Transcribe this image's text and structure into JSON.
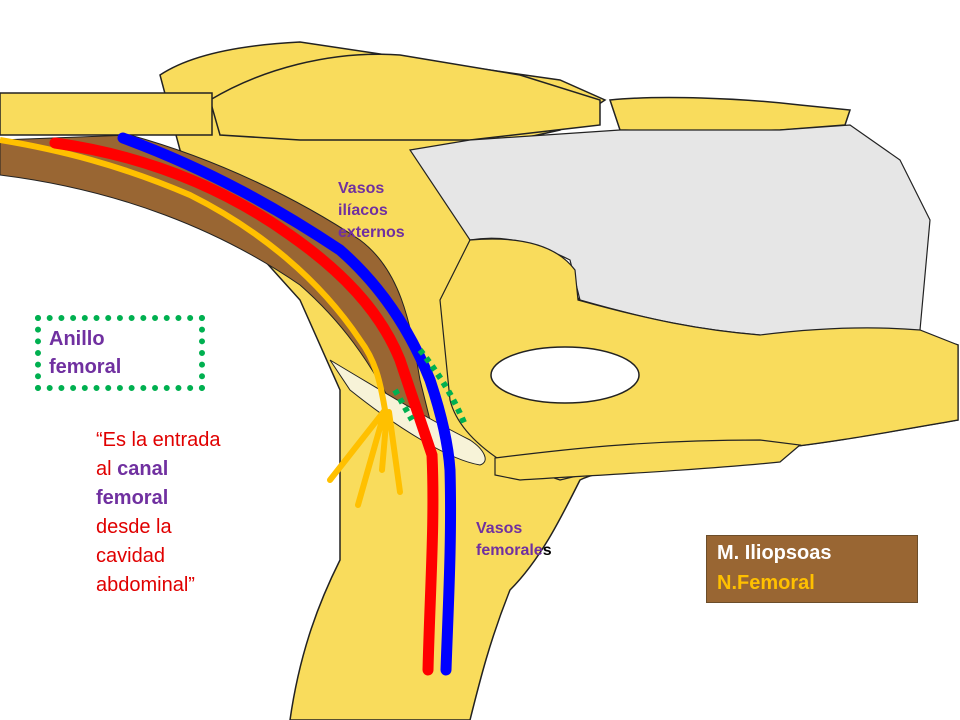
{
  "labels": {
    "vasos_iliacos": [
      "Vasos",
      "ilíacos",
      "externos"
    ],
    "vasos_femorales": [
      "Vasos",
      "femorale",
      "s"
    ],
    "anillo": [
      "Anillo",
      "femoral"
    ]
  },
  "quote": {
    "part1": "“Es la entrada",
    "part2": "al ",
    "canal": "canal",
    "femoral": "femoral",
    "part3": "desde la",
    "part4": "cavidad",
    "part5": "abdominal”"
  },
  "legend": {
    "muscle": "M. Iliopsoas",
    "nerve": "N.Femoral"
  },
  "colors": {
    "bone": "#f9dc5c",
    "foramen_fill": "#e6e6e6",
    "muscle": "#996633",
    "artery": "#ff0000",
    "vein": "#0000ff",
    "nerve": "#ffc000",
    "ring": "#00b050",
    "ligament": "#f7f3d8"
  },
  "icons": [
    "pelvis-bone-shape",
    "obturator-foramen",
    "iliopsoas-muscle",
    "femoral-artery",
    "femoral-vein",
    "femoral-nerve",
    "inguinal-ligament",
    "femoral-ring-dots"
  ]
}
